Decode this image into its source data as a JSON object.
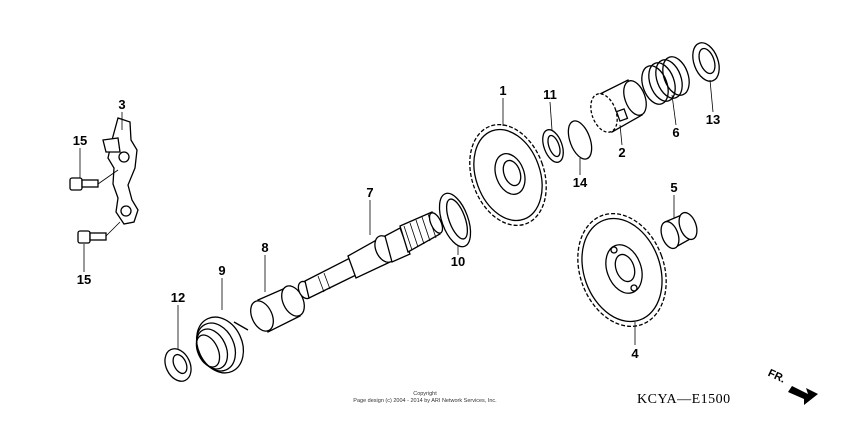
{
  "callouts": [
    {
      "id": "p1",
      "label": "1"
    },
    {
      "id": "p2",
      "label": "2"
    },
    {
      "id": "p3",
      "label": "3"
    },
    {
      "id": "p4",
      "label": "4"
    },
    {
      "id": "p5",
      "label": "5"
    },
    {
      "id": "p6",
      "label": "6"
    },
    {
      "id": "p7",
      "label": "7"
    },
    {
      "id": "p8",
      "label": "8"
    },
    {
      "id": "p9",
      "label": "9"
    },
    {
      "id": "p10",
      "label": "10"
    },
    {
      "id": "p11",
      "label": "11"
    },
    {
      "id": "p12",
      "label": "12"
    },
    {
      "id": "p13",
      "label": "13"
    },
    {
      "id": "p14",
      "label": "14"
    },
    {
      "id": "p15a",
      "label": "15"
    },
    {
      "id": "p15b",
      "label": "15"
    }
  ],
  "diagram_code": "KCYA—E1500",
  "direction_label": "FR.",
  "copyright": {
    "line1": "Copyright",
    "line2": "Page design (c) 2004 - 2014 by ARI Network Services, Inc."
  }
}
